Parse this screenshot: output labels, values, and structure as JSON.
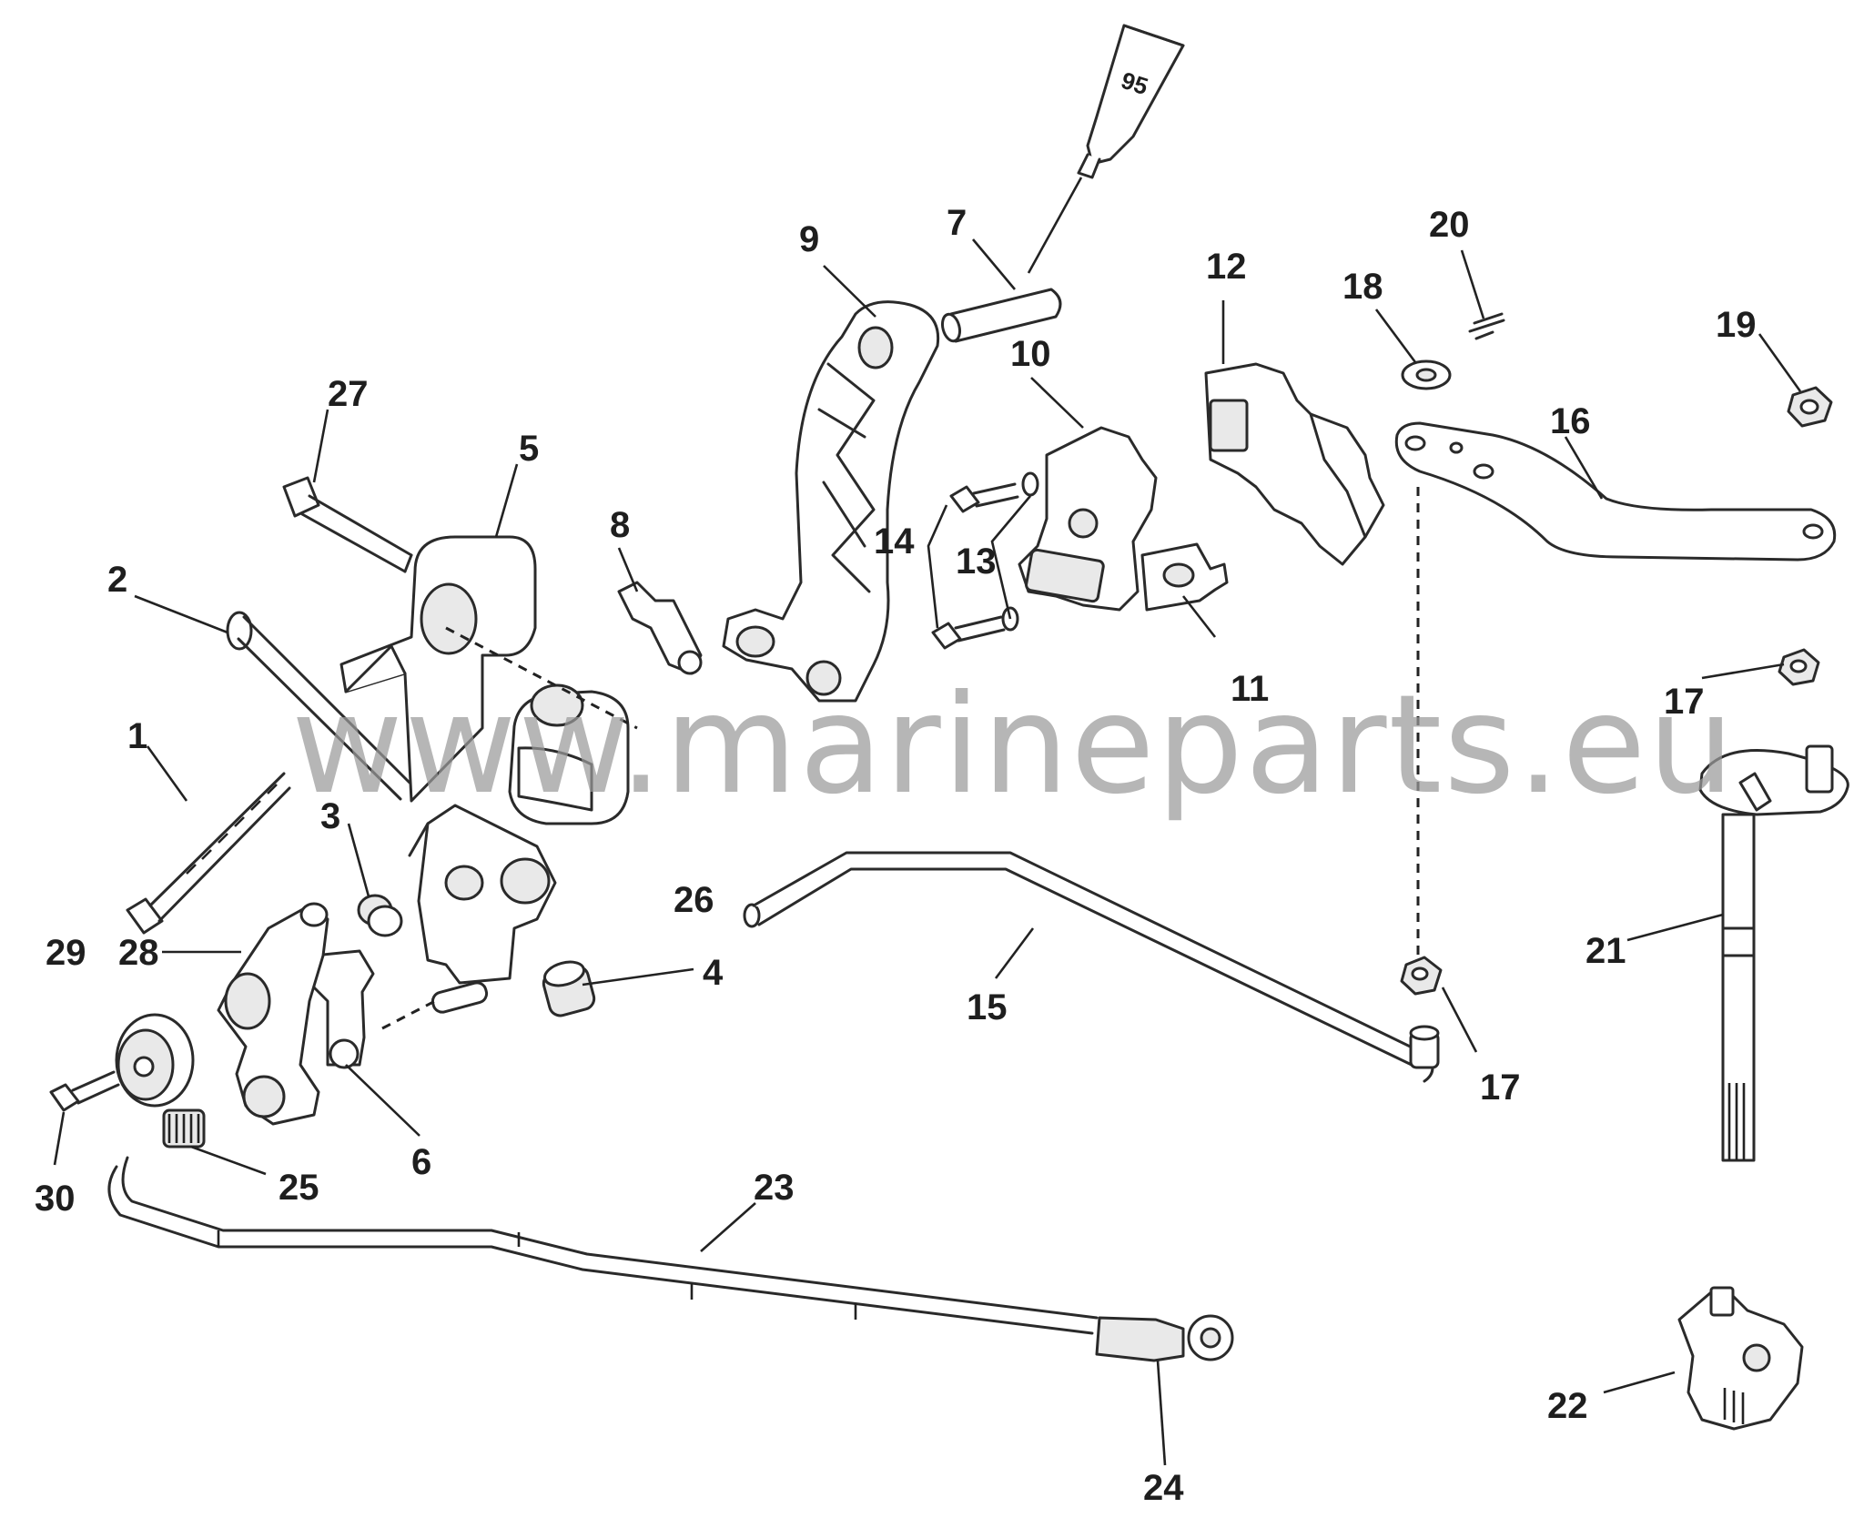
{
  "watermark": "www.marineparts.eu",
  "tube_label": "95",
  "callouts": {
    "c1": "1",
    "c2": "2",
    "c3": "3",
    "c4": "4",
    "c5": "5",
    "c6": "6",
    "c7": "7",
    "c8": "8",
    "c9": "9",
    "c10": "10",
    "c11": "11",
    "c12": "12",
    "c13": "13",
    "c14": "14",
    "c15": "15",
    "c16": "16",
    "c17a": "17",
    "c17b": "17",
    "c18": "18",
    "c19": "19",
    "c20": "20",
    "c21": "21",
    "c22": "22",
    "c23": "23",
    "c24": "24",
    "c25": "25",
    "c26": "26",
    "c27": "27",
    "c28": "28",
    "c29": "29",
    "c30": "30"
  }
}
